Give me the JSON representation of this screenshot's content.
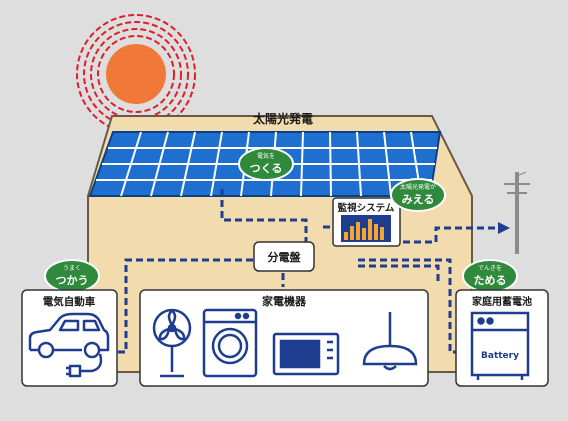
{
  "title": "太陽光発電",
  "bubbles": {
    "tsukuru": {
      "small": "電気を",
      "big": "つくる"
    },
    "mieru": {
      "small": "太陽光発電が",
      "big": "みえる"
    },
    "tsukau": {
      "small": "うまく",
      "big": "つかう"
    },
    "tameru": {
      "small": "でんきを",
      "big": "ためる"
    }
  },
  "boxes": {
    "monitor": "監視システム",
    "panel": "分電盤",
    "ev": "電気自動車",
    "appliances": "家電機器",
    "battery": "家庭用蓄電池",
    "battery_label": "Battery"
  },
  "colors": {
    "background": "#dedede",
    "house": "#f2dcae",
    "house_outline": "#6a5a45",
    "panel_blue": "#1f6fd0",
    "wire": "#1f3d8f",
    "bubble_green": "#2f8a3c",
    "sun": "#f07838",
    "sun_rings": "#e01e2a",
    "monitor_bars": "#f2a531"
  }
}
